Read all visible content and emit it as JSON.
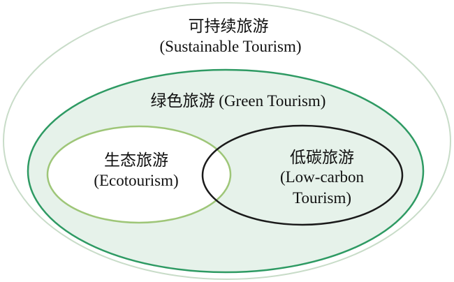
{
  "outer": {
    "title_cn": "可持续旅游",
    "title_en": "(Sustainable Tourism)"
  },
  "green": {
    "title": "绿色旅游 (Green Tourism)"
  },
  "eco": {
    "title_cn": "生态旅游",
    "title_en": "(Ecotourism)"
  },
  "lowcarbon": {
    "title_cn": "低碳旅游",
    "title_en_line1": "(Low-carbon",
    "title_en_line2": "Tourism)"
  },
  "colors": {
    "outer_stroke": "#c8dcc8",
    "green_fill": "#e6f2ea",
    "green_stroke": "#2e9a63",
    "eco_stroke": "#9ec678",
    "lowcarbon_stroke": "#1a1a1a"
  }
}
